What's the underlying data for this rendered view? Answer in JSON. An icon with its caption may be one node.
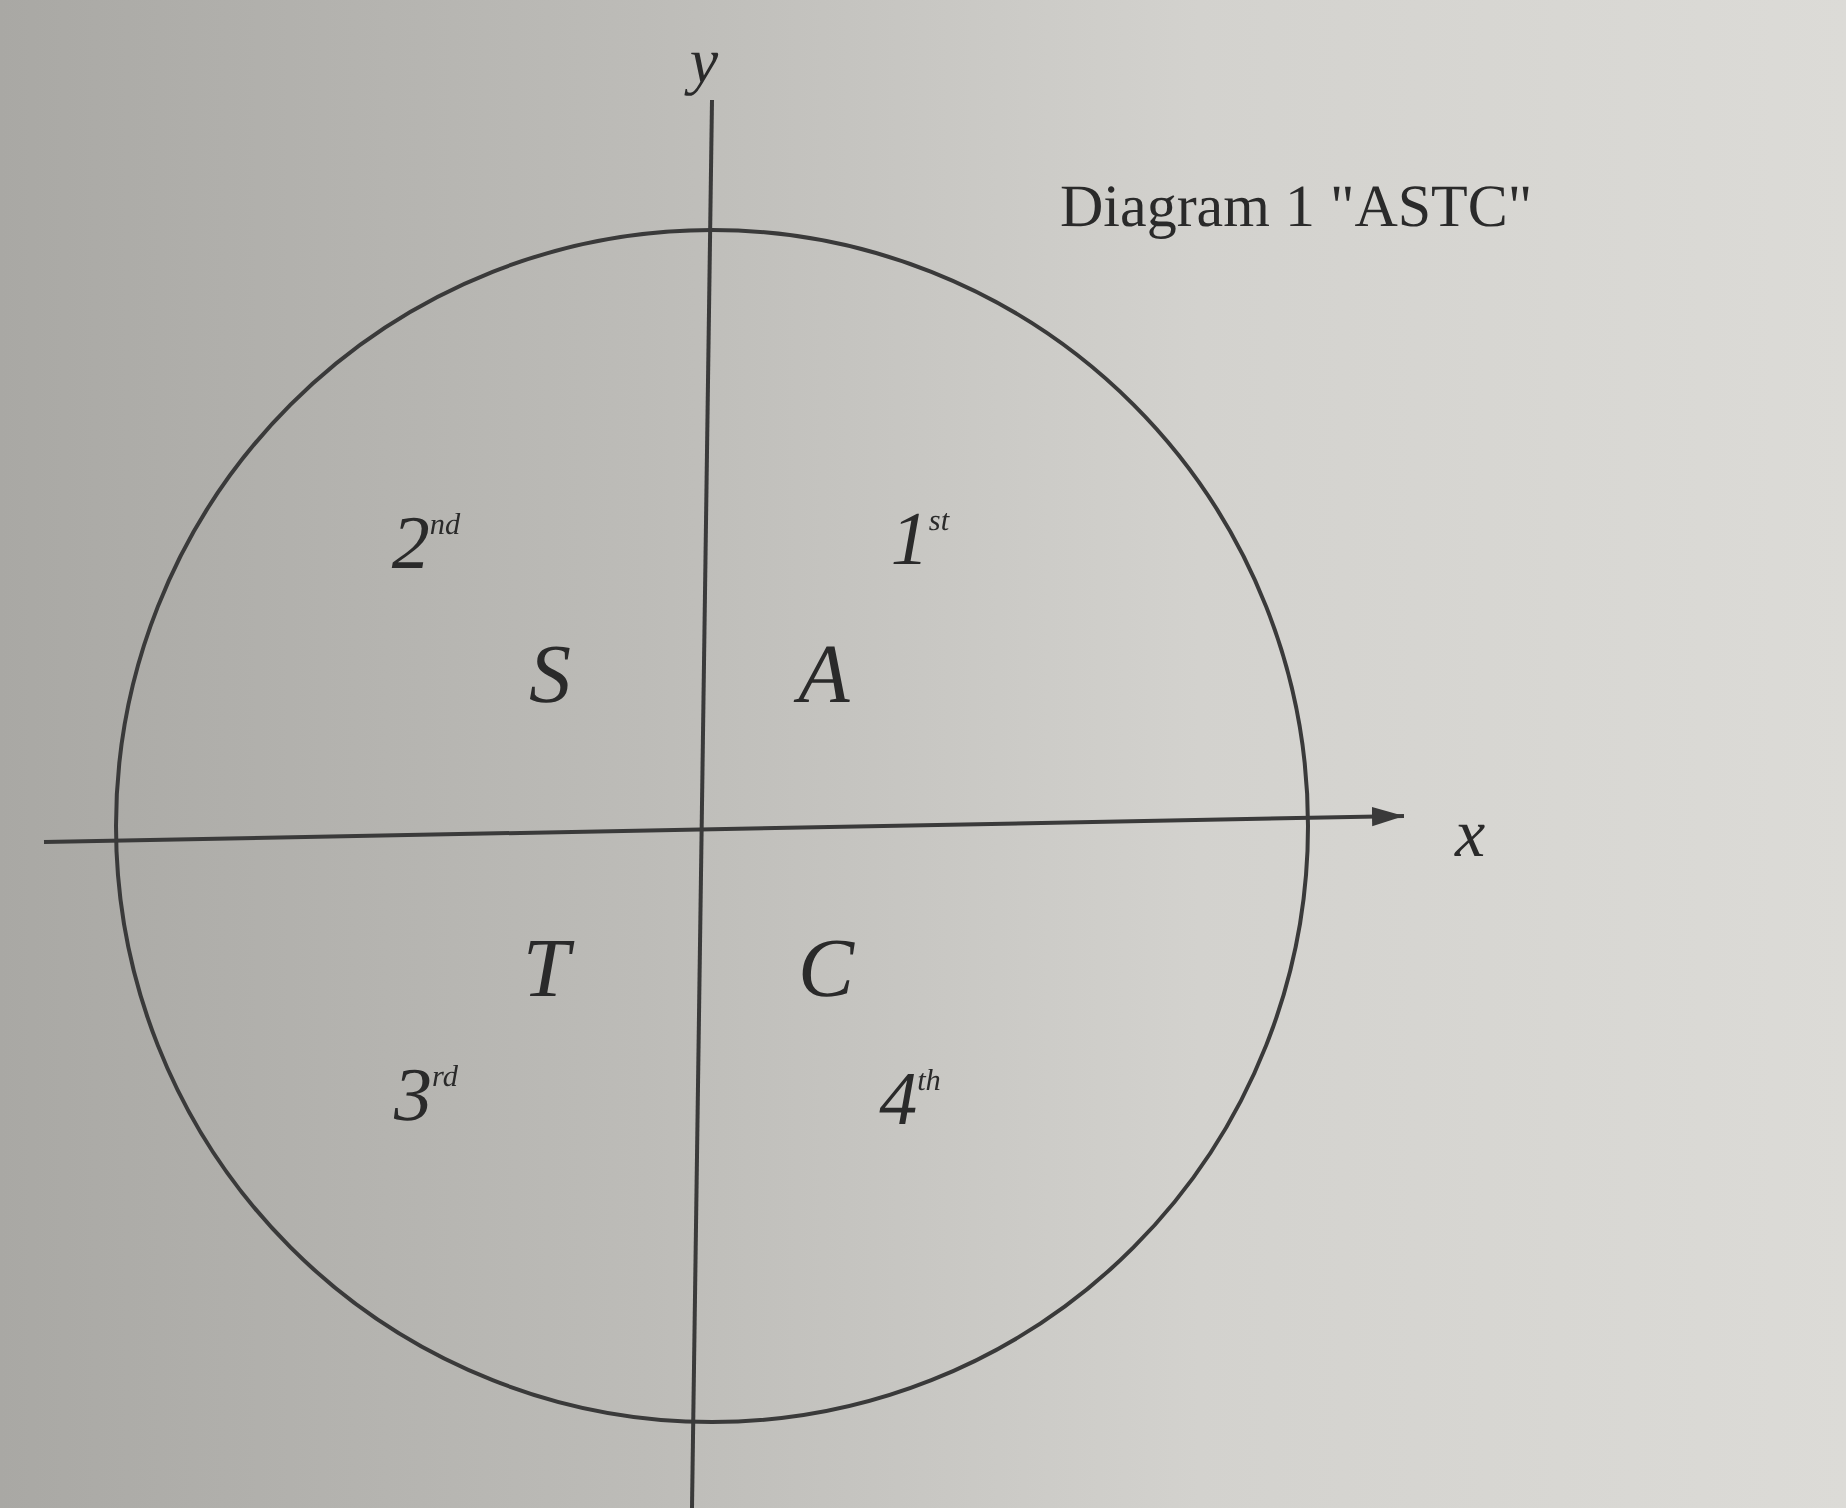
{
  "diagram": {
    "title": "Diagram 1 \"ASTC\"",
    "labels": [
      "y",
      "2$^{nd}$",
      "1$^{st}$",
      "S",
      "A",
      "x",
      "T",
      "C",
      "3$^{rd}$",
      "4$^{th}$"
    ]
  }
}
